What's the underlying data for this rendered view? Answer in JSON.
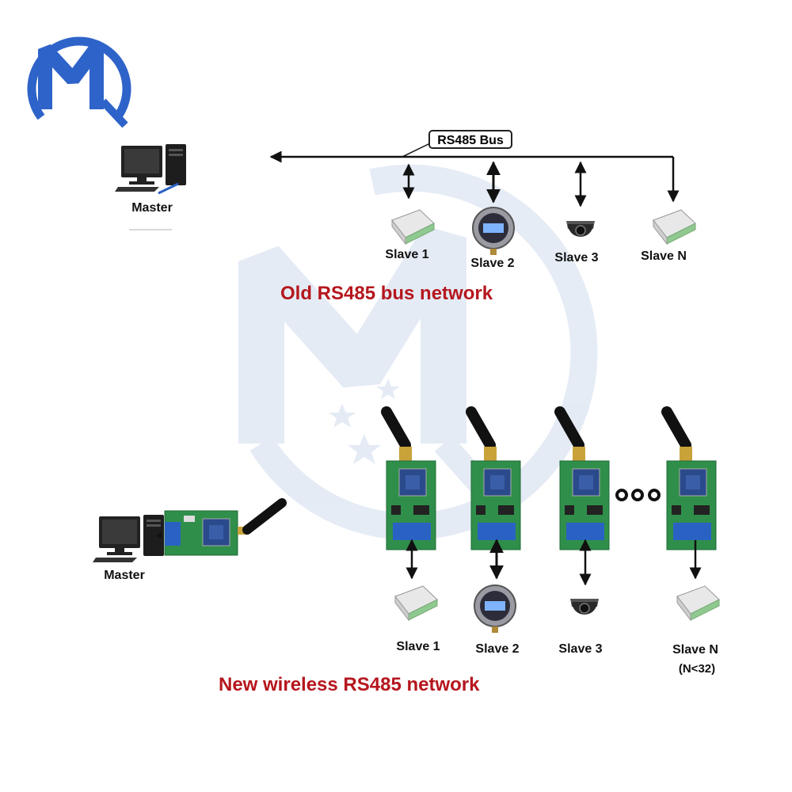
{
  "colors": {
    "title_red": "#b5161d",
    "watermark_blue": "#cfdced",
    "logo_blue": "#2e63c9",
    "pcb_green": "#2f8f4a",
    "terminal_blue": "#2a62c4"
  },
  "logo": {
    "text": "MQ",
    "icon": "mq-logo"
  },
  "old_network": {
    "title": "Old RS485 bus network",
    "bus_label": "RS485 Bus",
    "master_label": "Master",
    "slaves": [
      {
        "label": "Slave 1",
        "device": "scale-icon"
      },
      {
        "label": "Slave 2",
        "device": "meter-icon"
      },
      {
        "label": "Slave 3",
        "device": "dome-camera-icon"
      },
      {
        "label": "Slave N",
        "device": "scale-icon"
      }
    ]
  },
  "new_network": {
    "title": "New wireless RS485 network",
    "master_label": "Master",
    "slaves": [
      {
        "label": "Slave 1",
        "device": "scale-icon"
      },
      {
        "label": "Slave 2",
        "device": "meter-icon"
      },
      {
        "label": "Slave 3",
        "device": "dome-camera-icon"
      },
      {
        "label": "Slave N",
        "device": "scale-icon"
      }
    ],
    "slave_n_note": "(N<32)",
    "module_icon": "wireless-rs485-module-icon"
  }
}
